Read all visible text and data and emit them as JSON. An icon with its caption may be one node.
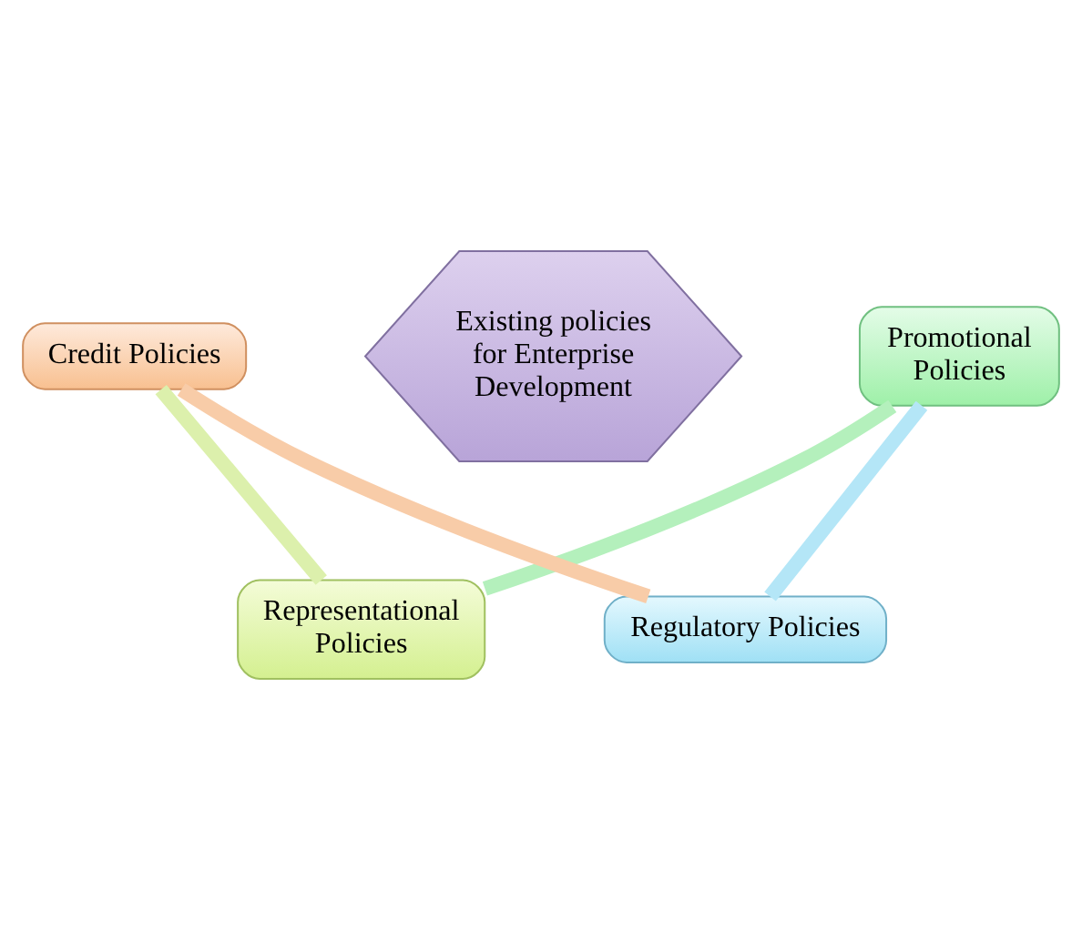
{
  "diagram": {
    "nodes": [
      {
        "text": [
          "Existing policies for Enterprise Development"
        ]
      },
      {
        "text": [
          "Regulatory Policies"
        ]
      },
      {
        "text": [
          "Promotional Policies"
        ]
      },
      {
        "text": [
          "Representational Policies"
        ]
      },
      {
        "text": [
          "Credit Policies"
        ]
      }
    ],
    "edges": [
      {
        "from": 1,
        "to": 2,
        "arrow": "none",
        "color": "#b4e6f7"
      },
      {
        "from": 2,
        "to": 3,
        "arrow": "none",
        "color": "#b4f0bc"
      },
      {
        "from": 3,
        "to": 4,
        "arrow": "none",
        "color": "#dcf0ac"
      },
      {
        "from": 4,
        "to": 1,
        "arrow": "none",
        "color": "#f8cca8"
      }
    ]
  }
}
